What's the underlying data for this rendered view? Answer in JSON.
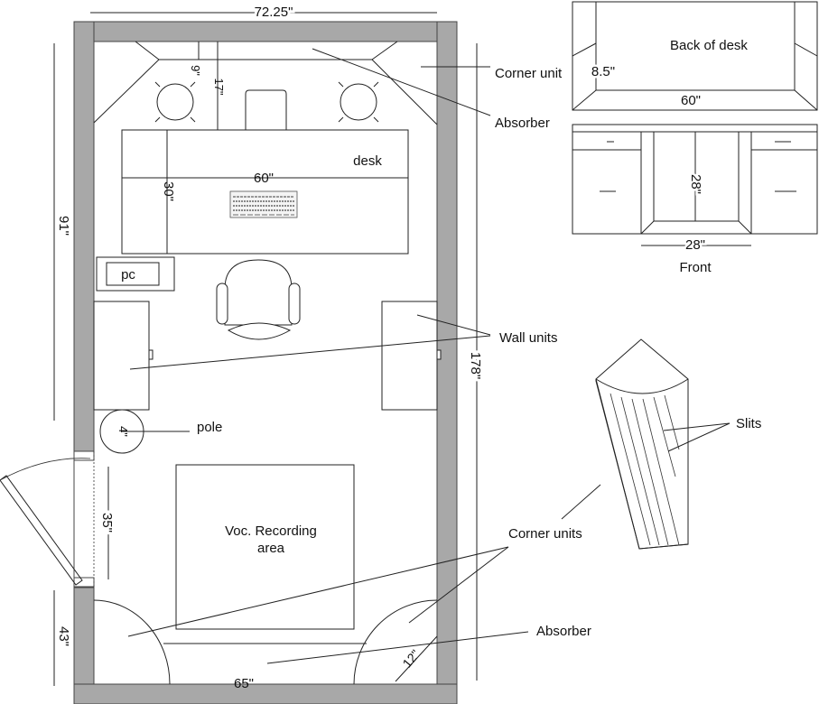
{
  "labels": {
    "room_width": "72.25\"",
    "room_length_left": "91\"",
    "room_length_right": "178\"",
    "corner_unit": "Corner unit",
    "absorber_top": "Absorber",
    "back_of_desk": "Back of desk",
    "back_depth": "8.5\"",
    "back_width": "60\"",
    "front_height": "28\"",
    "front_width": "28\"",
    "front": "Front",
    "dim_9": "9\"",
    "dim_17": "17\"",
    "desk": "desk",
    "desk_width": "60\"",
    "desk_depth": "30\"",
    "pc": "pc",
    "wall_units": "Wall units",
    "pole": "pole",
    "pole_dim": "4\"",
    "slits": "Slits",
    "corner_units": "Corner units",
    "door_width": "35\"",
    "door_offset": "43\"",
    "voc_line1": "Voc. Recording",
    "voc_line2": "area",
    "absorber_bottom": "Absorber",
    "bottom_width": "65\"",
    "corner_radius": "12\""
  }
}
